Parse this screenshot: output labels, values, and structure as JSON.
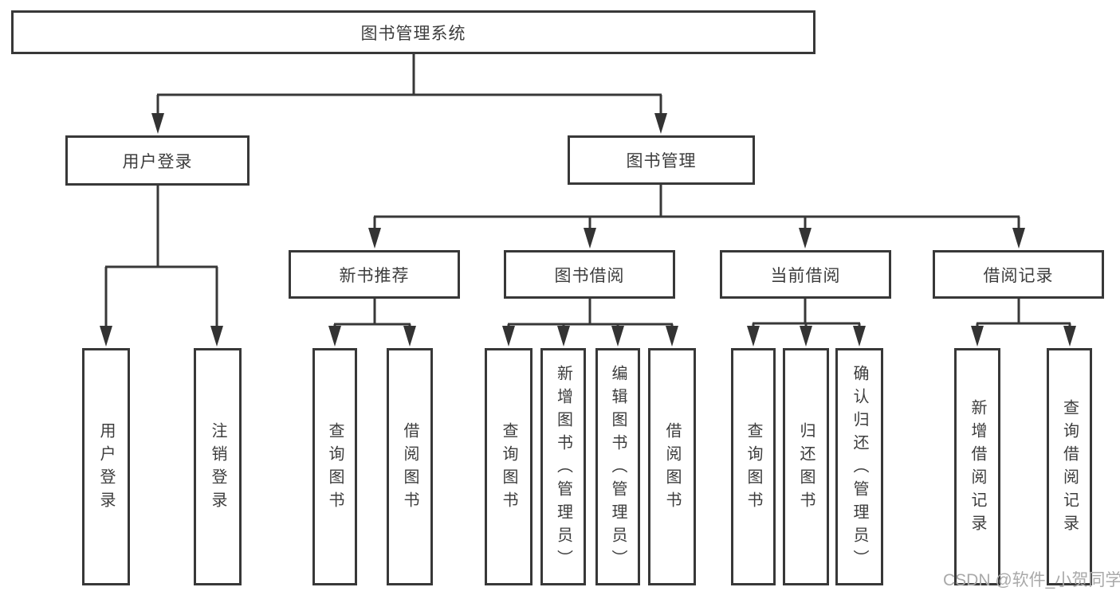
{
  "diagram": {
    "title": "图书管理系统",
    "colors": {
      "line": "#383838",
      "box_border": "#383838",
      "text": "#3d3d3d",
      "watermark": "#a9a9a9",
      "background": "#ffffff"
    },
    "nodes": {
      "root": {
        "label": "图书管理系统"
      },
      "user_login": {
        "label": "用户登录"
      },
      "book_mgmt": {
        "label": "图书管理"
      },
      "new_book_rec": {
        "label": "新书推荐"
      },
      "book_borrow": {
        "label": "图书借阅"
      },
      "current_borrow": {
        "label": "当前借阅"
      },
      "borrow_records": {
        "label": "借阅记录"
      }
    },
    "leaves": [
      {
        "parent": "用户登录",
        "label": "用户登录"
      },
      {
        "parent": "用户登录",
        "label": "注销登录"
      },
      {
        "parent": "新书推荐",
        "label": "查询图书"
      },
      {
        "parent": "新书推荐",
        "label": "借阅图书"
      },
      {
        "parent": "图书借阅",
        "label": "查询图书"
      },
      {
        "parent": "图书借阅",
        "label": "新增图书（管理员）"
      },
      {
        "parent": "图书借阅",
        "label": "编辑图书（管理员）"
      },
      {
        "parent": "图书借阅",
        "label": "借阅图书"
      },
      {
        "parent": "当前借阅",
        "label": "查询图书"
      },
      {
        "parent": "当前借阅",
        "label": "归还图书"
      },
      {
        "parent": "当前借阅",
        "label": "确认归还（管理员）"
      },
      {
        "parent": "借阅记录",
        "label": "新增借阅记录"
      },
      {
        "parent": "借阅记录",
        "label": "查询借阅记录"
      }
    ],
    "watermark": "CSDN @软件_小贺同学"
  }
}
